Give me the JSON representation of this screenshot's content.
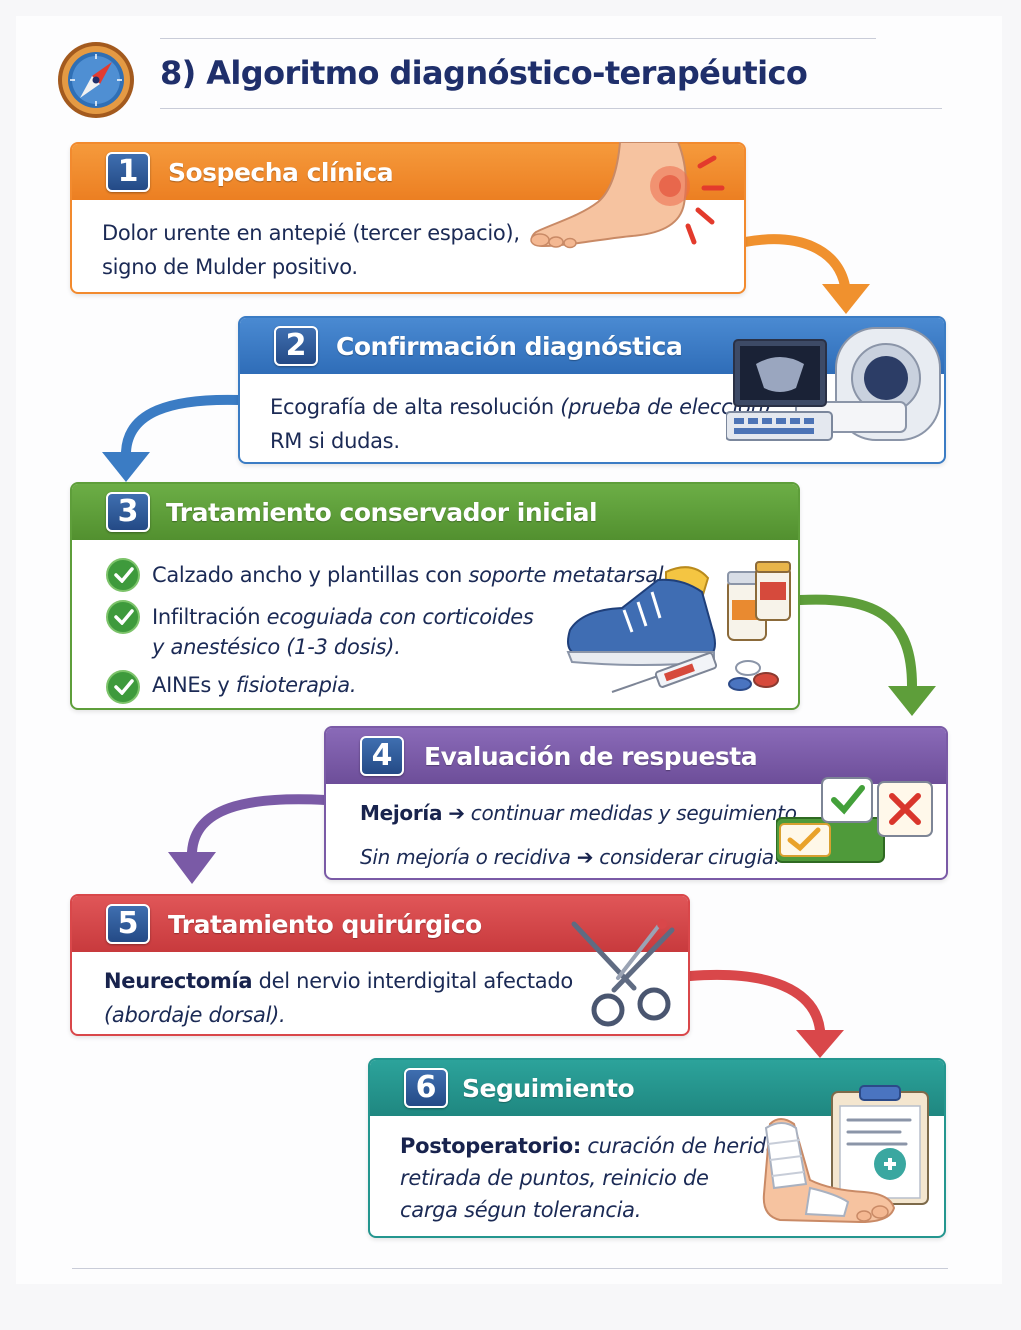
{
  "title": "8) Algoritmo diagnóstico-terapéutico",
  "steps": [
    {
      "number": "1",
      "title": "Sospecha clínica",
      "color": "#f28a2e",
      "lines": [
        "Dolor urente en antepié (tercer espacio),",
        "signo de Mulder positivo."
      ]
    },
    {
      "number": "2",
      "title": "Confirmación diagnóstica",
      "color": "#3b7cc4",
      "line1_text": "Ecografía de alta resolución",
      "line1_italic": "(prueba de elección).",
      "line2": "RM si dudas."
    },
    {
      "number": "3",
      "title": "Tratamiento conservador inicial",
      "color": "#5e9e3a",
      "item1_text": "Calzado ancho y plantillas con",
      "item1_italic": "soporte metatarsal.",
      "item2_text": "Infiltración",
      "item2_italic": "ecoguiada con corticoides",
      "item2_line2": "y anestésico (1-3 dosis).",
      "item3_text": "AINEs y",
      "item3_italic": "fisioterapia."
    },
    {
      "number": "4",
      "title": "Evaluación de respuesta",
      "color": "#7a5aa6",
      "improve_label": "Mejoría",
      "improve_arrow": "➔",
      "improve_text": "continuar medidas y seguimiento.",
      "noimprove_label": "Sin mejoría o recidiva",
      "noimprove_arrow": "➔",
      "noimprove_text": "considerar cirugia."
    },
    {
      "number": "5",
      "title": "Tratamiento quirúrgico",
      "color": "#d9474a",
      "bold": "Neurectomía",
      "text": "del nervio interdigital afectado",
      "line2": "(abordaje dorsal)."
    },
    {
      "number": "6",
      "title": "Seguimiento",
      "color": "#24968f",
      "bold": "Postoperatorio:",
      "text": "curación de herida,",
      "line2": "retirada de puntos, reinicio de",
      "line3": "carga ségun tolerancia."
    }
  ],
  "icons": [
    "compass-icon",
    "foot-pain-icon",
    "ultrasound-mri-icon",
    "shoe-medication-icon",
    "evaluation-check-icon",
    "scissors-scalpel-icon",
    "clipboard-bandaged-foot-icon"
  ]
}
